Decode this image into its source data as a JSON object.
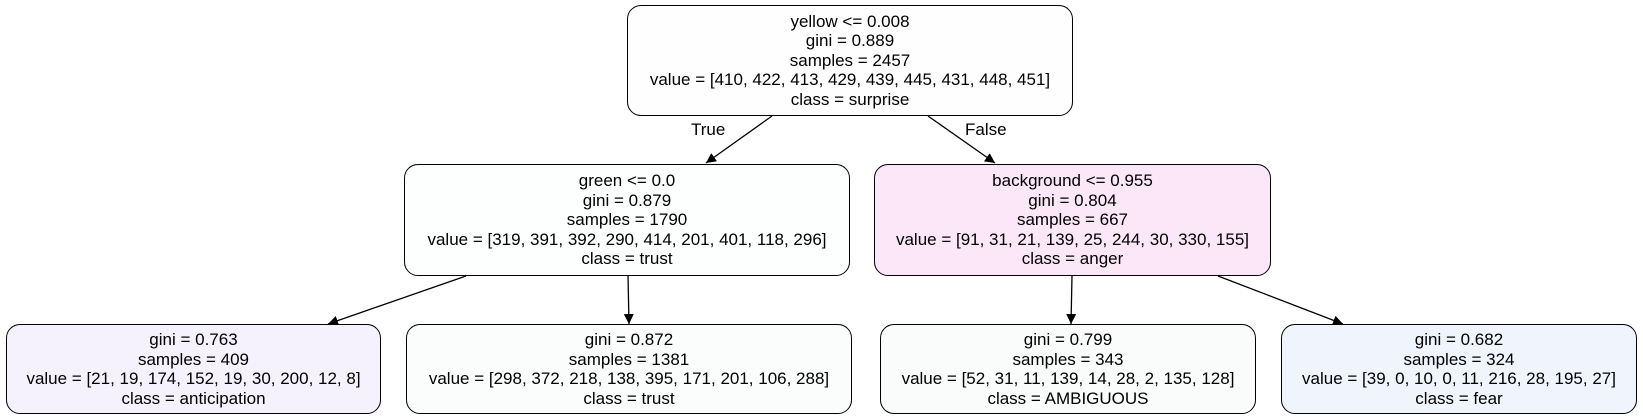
{
  "nodes": {
    "root": {
      "split": "yellow <= 0.008",
      "gini": "gini = 0.889",
      "samples": "samples = 2457",
      "value": "value = [410, 422, 413, 429, 439, 445, 431, 448, 451]",
      "class": "class = surprise",
      "fill": "#fffeff"
    },
    "left": {
      "split": "green <= 0.0",
      "gini": "gini = 0.879",
      "samples": "samples = 1790",
      "value": "value = [319, 391, 392, 290, 414, 201, 401, 118, 296]",
      "class": "class = trust",
      "fill": "#fdfefe"
    },
    "right": {
      "split": "background <= 0.955",
      "gini": "gini = 0.804",
      "samples": "samples = 667",
      "value": "value = [91, 31, 21, 139, 25, 244, 30, 330, 155]",
      "class": "class = anger",
      "fill": "#fbe7f8"
    },
    "leaf1": {
      "gini": "gini = 0.763",
      "samples": "samples = 409",
      "value": "value = [21, 19, 174, 152, 19, 30, 200, 12, 8]",
      "class": "class = anticipation",
      "fill": "#f6f2fd"
    },
    "leaf2": {
      "gini": "gini = 0.872",
      "samples": "samples = 1381",
      "value": "value = [298, 372, 218, 138, 395, 171, 201, 106, 288]",
      "class": "class = trust",
      "fill": "#fbfdfd"
    },
    "leaf3": {
      "gini": "gini = 0.799",
      "samples": "samples = 343",
      "value": "value = [52, 31, 11, 139, 14, 28, 2, 135, 128]",
      "class": "class = AMBIGUOUS",
      "fill": "#f9fcfa"
    },
    "leaf4": {
      "gini": "gini = 0.682",
      "samples": "samples = 324",
      "value": "value = [39, 0, 10, 0, 11, 216, 28, 195, 27]",
      "class": "class = fear",
      "fill": "#f0f4fd"
    }
  },
  "edge_labels": {
    "true": "True",
    "false": "False"
  }
}
